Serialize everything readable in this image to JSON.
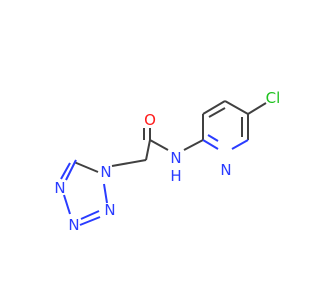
{
  "atom_labels": {
    "n_tz1": "N",
    "n_tz2": "N",
    "n_tz3": "N",
    "n_tz4": "N",
    "o_carbonyl": "O",
    "nh_amide": "N",
    "h_amide": "H",
    "n_pyridine": "N",
    "cl": "Cl"
  },
  "colors": {
    "bond": "#404040",
    "nitrogen": "#2a3cff",
    "oxygen": "#ff1a1a",
    "chlorine": "#1fc21f"
  }
}
